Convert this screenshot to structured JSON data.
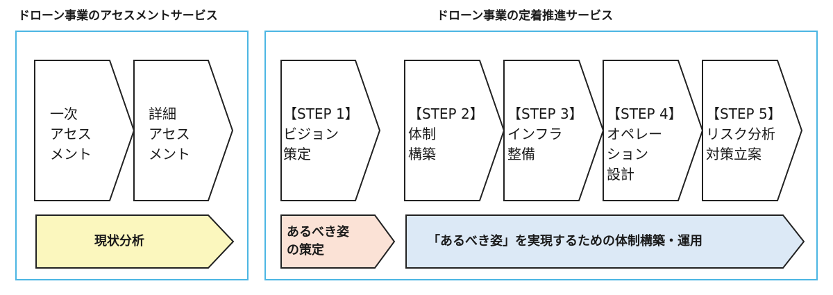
{
  "sections": {
    "assessment": {
      "title": "ドローン事業のアセスメントサービス"
    },
    "promotion": {
      "title": "ドローン事業の定着推進サービス"
    }
  },
  "steps": [
    {
      "label": "一次\nアセス\nメント"
    },
    {
      "label": "詳細\nアセス\nメント"
    },
    {
      "label": "【STEP 1】\nビジョン\n策定"
    },
    {
      "label": "【STEP 2】\n体制\n構築"
    },
    {
      "label": "【STEP 3】\nインフラ\n整備"
    },
    {
      "label": "【STEP 4】\nオペレー\nション\n設計"
    },
    {
      "label": "【STEP 5】\nリスク分析\n対策立案"
    }
  ],
  "phases": [
    {
      "label": "現状分析",
      "color": "#fbf7be"
    },
    {
      "label": "あるべき姿\nの策定",
      "color": "#fbe2d6"
    },
    {
      "label": "「あるべき姿」を実現するための体制構築・運用",
      "color": "#dce9f6"
    }
  ],
  "colors": {
    "panel_border": "#4cb6e3",
    "outline": "#222222"
  }
}
